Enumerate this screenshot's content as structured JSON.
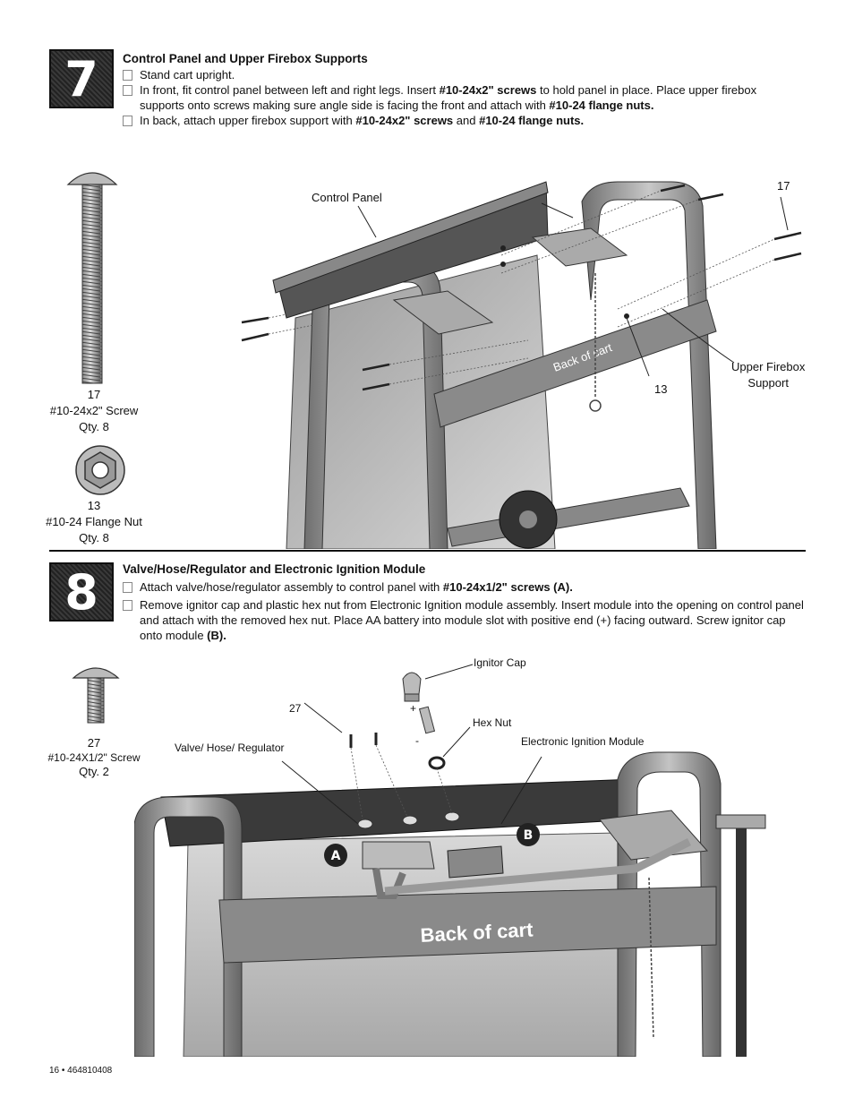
{
  "step7": {
    "number": "7",
    "title": "Control Panel and Upper Firebox Supports",
    "b1": "Stand cart upright.",
    "b2_pre": "In front, fit control panel between left and right legs. Insert ",
    "b2_bold1": "#10-24x2\" screws",
    "b2_mid": " to hold panel in place.  Place upper firebox supports onto screws making sure angle side is facing the front and attach with ",
    "b2_bold2": "#10-24 flange nuts.",
    "b3_pre": "In back, attach upper firebox support with ",
    "b3_bold1": "#10-24x2\" screws",
    "b3_mid": " and ",
    "b3_bold2": "#10-24 flange nuts.",
    "screw": {
      "num": "17",
      "name": "#10-24x2\" Screw",
      "qty": "Qty. 8"
    },
    "nut": {
      "num": "13",
      "name": "#10-24 Flange Nut",
      "qty": "Qty. 8"
    },
    "callouts": {
      "control_panel": "Control Panel",
      "num17": "17",
      "num13": "13",
      "upper_firebox": "Upper Firebox",
      "support": "Support",
      "back_of_cart": "Back of cart"
    }
  },
  "step8": {
    "number": "8",
    "title": "Valve/Hose/Regulator and Electronic Ignition Module",
    "b1_pre": "Attach valve/hose/regulator assembly to control panel with ",
    "b1_bold": "#10-24x1/2\" screws (A).",
    "b2_pre": "Remove ignitor cap and plastic hex nut from Electronic Ignition module assembly. Insert module into the opening on control panel and attach with the removed hex nut. Place AA battery into module slot with positive end (+) facing outward. Screw ignitor cap onto module ",
    "b2_bold": "(B).",
    "screw": {
      "num": "27",
      "name": "#10-24X1/2\" Screw",
      "qty": "Qty. 2"
    },
    "callouts": {
      "ignitor_cap": "Ignitor Cap",
      "num27": "27",
      "hex_nut": "Hex Nut",
      "plus": "+",
      "minus": "-",
      "valve": "Valve/ Hose/ Regulator",
      "module": "Electronic Ignition Module",
      "a": "A",
      "b": "B",
      "back_of_cart": "Back of cart"
    }
  },
  "footer": "16 • 464810408",
  "colors": {
    "box": "#2a2a2a",
    "metal": "#9a9a9a",
    "dark": "#333333"
  }
}
